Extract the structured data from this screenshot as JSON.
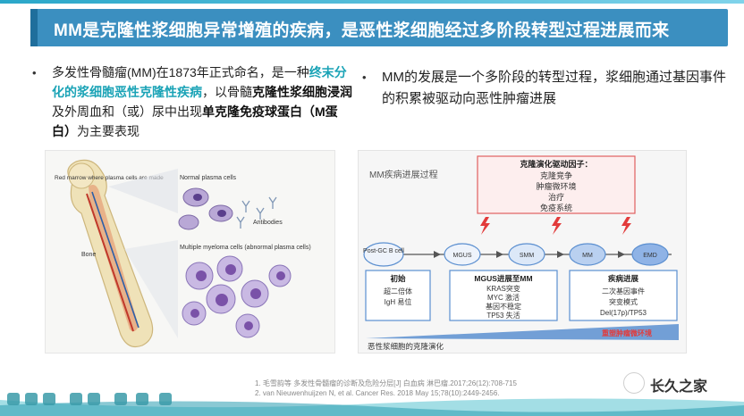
{
  "slide": {
    "title": "MM是克隆性浆细胞异常增殖的疾病，是恶性浆细胞经过多阶段转型过程进展而来"
  },
  "left": {
    "bullet": "•",
    "p1": "多发性骨髓瘤(MM)在1873年正式命名，是一种",
    "p2_hl": "终末分化的浆细胞恶性克隆性疾病",
    "p3": "，以骨髓",
    "p4_bold": "克隆性浆细胞浸润",
    "p5": "及外周血和（或）尿中出现",
    "p6_bold": "单克隆免疫球蛋白（M蛋白）",
    "p7": "为主要表现"
  },
  "right": {
    "bullet": "•",
    "text": "MM的发展是一个多阶段的转型过程，浆细胞通过基因事件的积累被驱动向恶性肿瘤进展"
  },
  "fig_left": {
    "label_red_marrow": "Red marrow where plasma cells are made",
    "label_bone": "Bone",
    "label_normal": "Normal plasma cells",
    "label_antibodies": "Antibodies",
    "label_myeloma": "Multiple myeloma cells (abnormal plasma cells)"
  },
  "fig_right": {
    "heading": "MM疾病进展过程",
    "driver_title": "克隆演化驱动因子：",
    "driver_items": [
      "克隆竞争",
      "肿瘤微环境",
      "治疗",
      "免疫系统"
    ],
    "stages": [
      "Post-GC B cell",
      "MGUS",
      "SMM",
      "MM",
      "EMD"
    ],
    "box1_title": "初始",
    "box1_items": [
      "超二倍体",
      "IgH 易位"
    ],
    "box2_title": "MGUS进展至MM",
    "box2_items": [
      "KRAS突变",
      "MYC 激活",
      "基因不稳定",
      "TP53 失活"
    ],
    "box3_title": "疾病进展",
    "box3_items": [
      "二次基因事件",
      "突变模式",
      "Del(17p)/TP53"
    ],
    "wedge_label": "重塑肿瘤微环境",
    "footer": "恶性浆细胞的克隆演化"
  },
  "refs": [
    "1.     毛雪韵等  多发性骨髓瘤的诊断及危险分层[J]  白血病 淋巴瘤.2017;26(12):708-715",
    "2.     van Nieuwenhuijzen N, et al. Cancer Res. 2018 May 15;78(10):2449-2456."
  ],
  "watermark": {
    "text": "长久之家"
  },
  "colors": {
    "title_bar": "#3b8fc0",
    "teal": "#1aa3b6",
    "driver_border": "#e06060",
    "stage_node": "#5b8fd0",
    "box_border": "#5b8fd0"
  }
}
